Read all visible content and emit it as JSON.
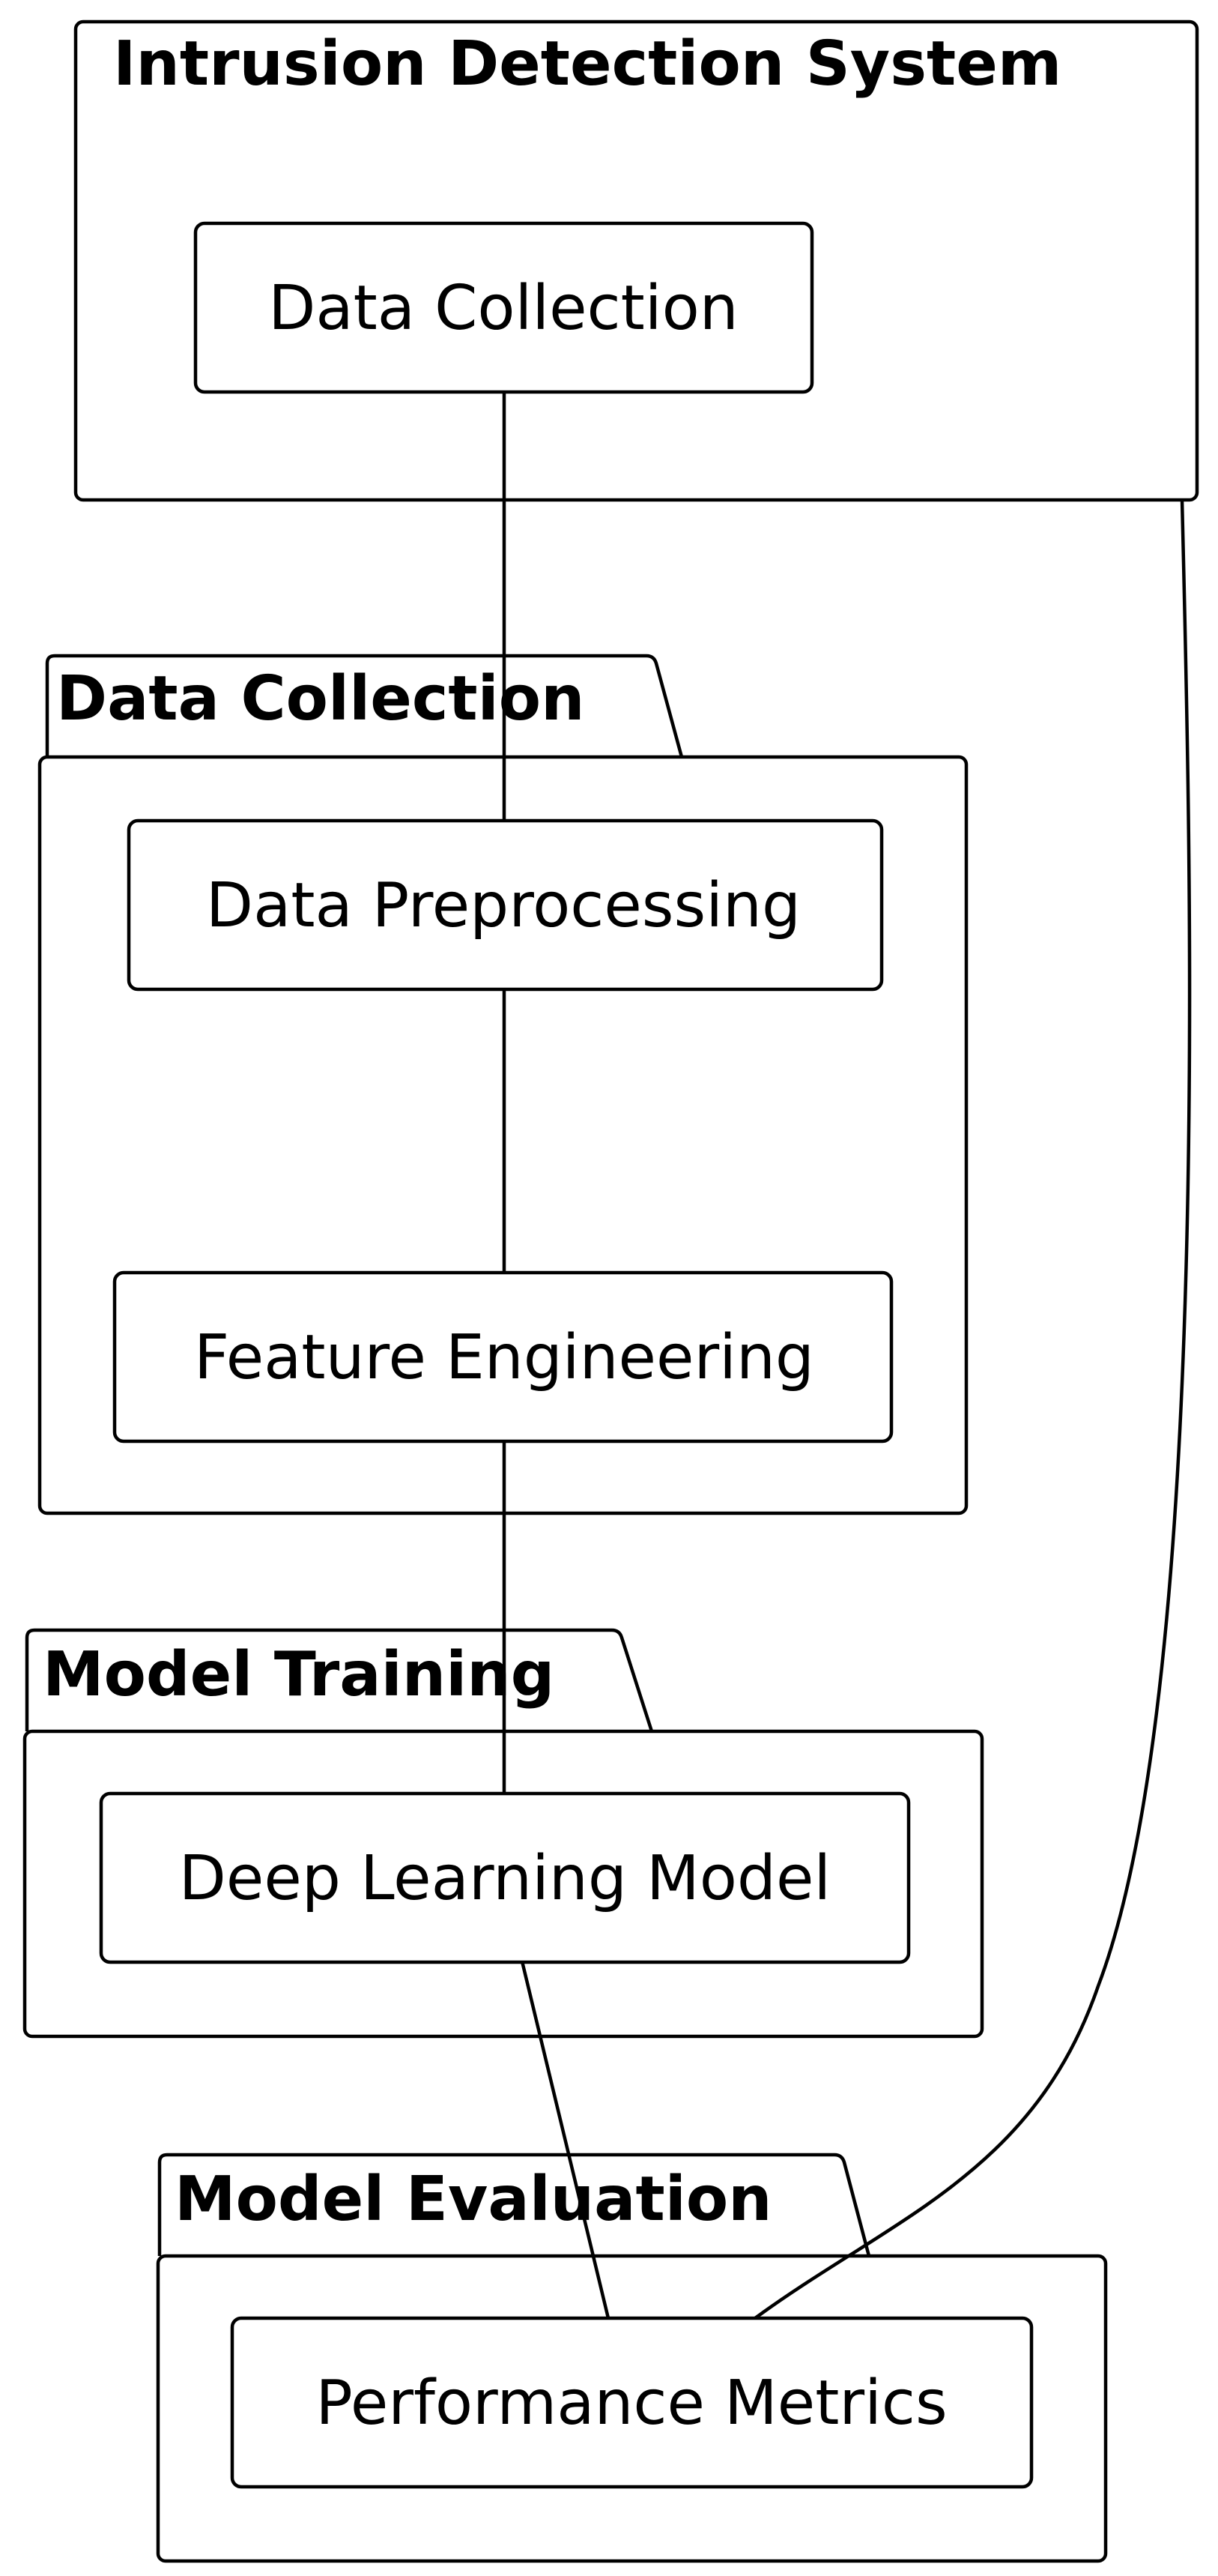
{
  "containers": {
    "ids": {
      "title": "Intrusion Detection System"
    },
    "data_collection": {
      "title": "Data Collection"
    },
    "model_training": {
      "title": "Model Training"
    },
    "model_evaluation": {
      "title": "Model Evaluation"
    }
  },
  "nodes": {
    "data_collection": "Data Collection",
    "data_preprocessing": "Data Preprocessing",
    "feature_engineering": "Feature Engineering",
    "deep_learning_model": "Deep Learning Model",
    "performance_metrics": "Performance Metrics"
  },
  "edges": [
    {
      "from": "Data Collection",
      "to": "Data Preprocessing"
    },
    {
      "from": "Data Preprocessing",
      "to": "Feature Engineering"
    },
    {
      "from": "Feature Engineering",
      "to": "Deep Learning Model"
    },
    {
      "from": "Deep Learning Model",
      "to": "Performance Metrics"
    },
    {
      "from": "Intrusion Detection System",
      "to": "Performance Metrics"
    }
  ]
}
